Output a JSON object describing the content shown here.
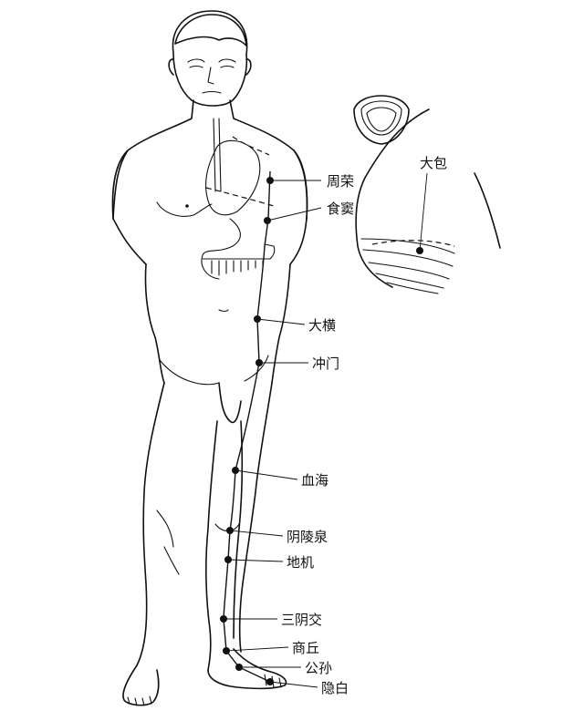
{
  "points": [
    {
      "id": "zhourong",
      "label": "周荣"
    },
    {
      "id": "shidou",
      "label": "食窦"
    },
    {
      "id": "dabao",
      "label": "大包"
    },
    {
      "id": "daheng",
      "label": "大横"
    },
    {
      "id": "chongmen",
      "label": "冲门"
    },
    {
      "id": "xuehai",
      "label": "血海"
    },
    {
      "id": "yinlingquan",
      "label": "阴陵泉"
    },
    {
      "id": "diji",
      "label": "地机"
    },
    {
      "id": "sanyinjiao",
      "label": "三阴交"
    },
    {
      "id": "shangqiu",
      "label": "商丘"
    },
    {
      "id": "gongsun",
      "label": "公孙"
    },
    {
      "id": "yinbai",
      "label": "隐白"
    }
  ]
}
